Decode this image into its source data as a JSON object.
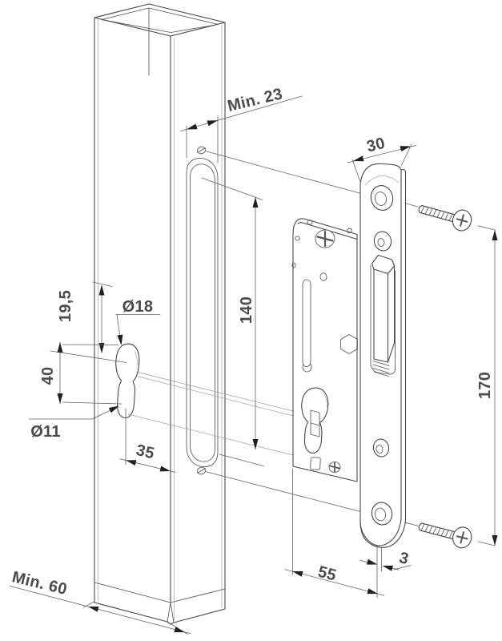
{
  "drawing": {
    "kind": "lock-installation-technical-drawing",
    "background": "#ffffff",
    "line_color": "#47474c",
    "dimension_line_color": "#63636a",
    "text_color": "#4b4b4f",
    "arrow_color": "#202023"
  },
  "parts": {
    "post": "square-post-profile",
    "slot": "faceplate-slot-cutout",
    "keyhole": "cylinder-keyhole-cutout",
    "lock": "insert-lock-body",
    "faceplate": "faceplate",
    "screw_top": "mounting-screw",
    "screw_bottom": "mounting-screw"
  },
  "dims": {
    "min23": "Min. 23",
    "w30": "30",
    "h19_5": "19,5",
    "d18": "Ø18",
    "h40": "40",
    "d11": "Ø11",
    "w35": "35",
    "h140": "140",
    "h170": "170",
    "w55": "55",
    "t3": "3",
    "min60": "Min. 60"
  }
}
